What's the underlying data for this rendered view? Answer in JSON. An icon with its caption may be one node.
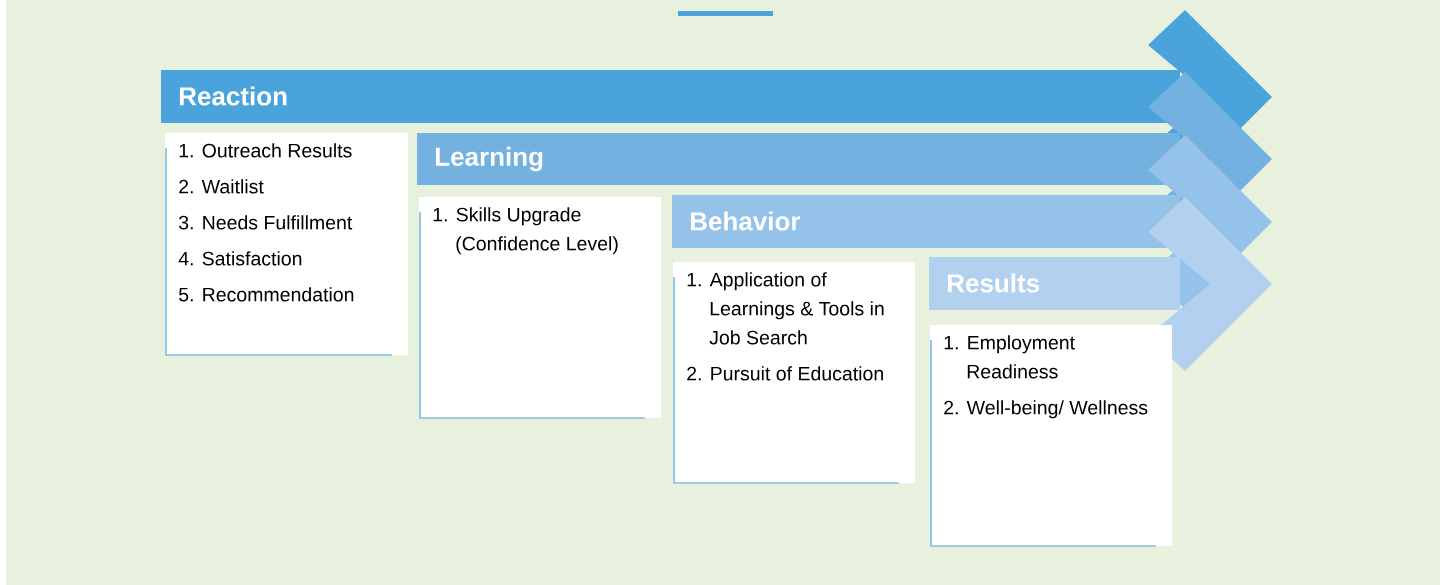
{
  "diagram": {
    "nodes": [
      {
        "text": [
          "Reaction"
        ]
      },
      {
        "text": [
          "1. Outreach Results",
          "2. Waitlist",
          "3. Needs Fulfillment",
          "4. Satisfaction",
          "5. Recommendation"
        ]
      },
      {
        "text": [
          "Learning"
        ]
      },
      {
        "text": [
          "1. Skills Upgrade (Confidence Level)"
        ]
      },
      {
        "text": [
          "Behavior"
        ]
      },
      {
        "text": [
          "1. Application of Learnings & Tools in Job Search",
          "2. Pursuit of Education"
        ]
      },
      {
        "text": [
          "Results"
        ]
      },
      {
        "text": [
          "1. Employment Readiness",
          "2. Well-being/ Wellness"
        ]
      }
    ]
  }
}
